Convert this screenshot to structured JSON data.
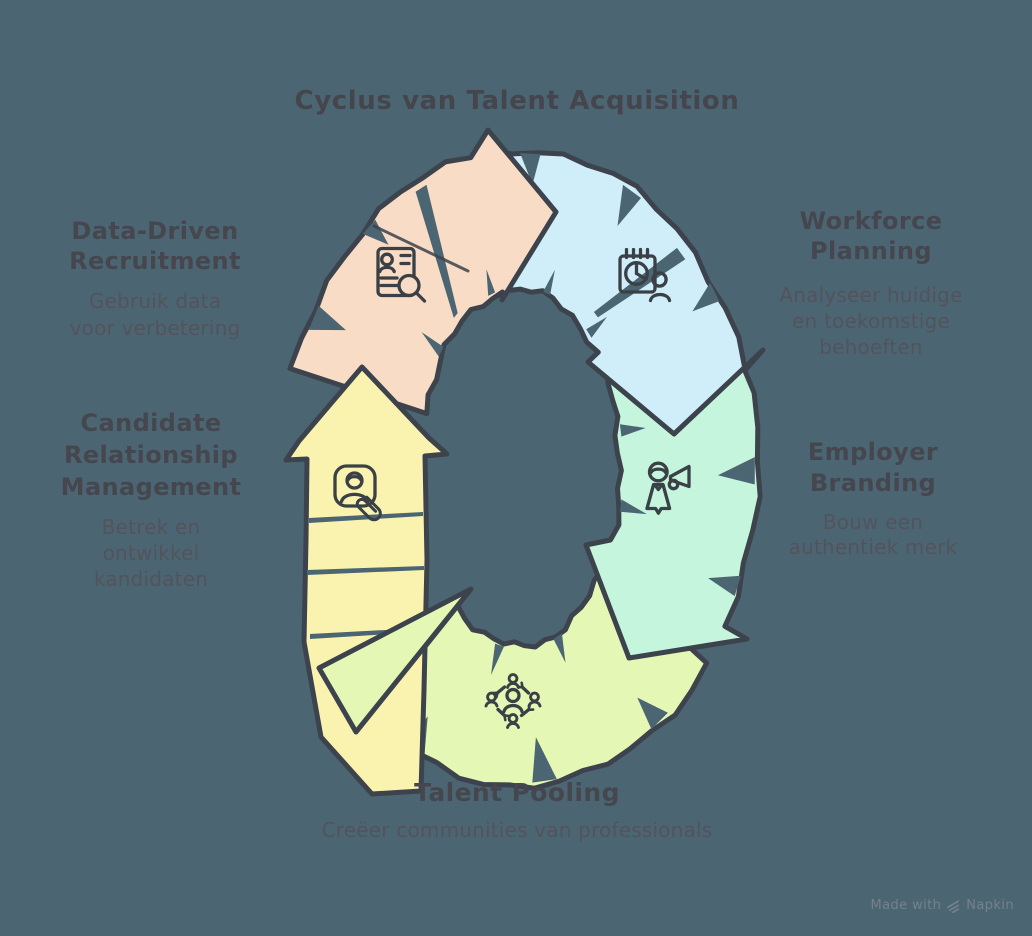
{
  "title": "Cyclus van Talent Acquisition",
  "colors": {
    "background": "#4b6672",
    "outline": "#3d434d",
    "icon_stroke": "#3a4046",
    "title_text": "#45454e",
    "heading_text": "#46464f",
    "desc_text": "#53535c",
    "watermark_text": "#74828c"
  },
  "steps": [
    {
      "id": "data-driven-recruitment",
      "label": "Data-Driven Recruitment",
      "label_lines": [
        "Data-Driven",
        "Recruitment"
      ],
      "desc": "Gebruik data voor verbetering",
      "desc_lines": [
        "Gebruik data",
        "voor verbetering"
      ],
      "color": "#f8dcc5",
      "icon": "resume-search-icon"
    },
    {
      "id": "workforce-planning",
      "label": "Workforce Planning",
      "label_lines": [
        "Workforce",
        "Planning"
      ],
      "desc": "Analyseer huidige en toekomstige behoeften",
      "desc_lines": [
        "Analyseer huidige",
        "en toekomstige",
        "behoeften"
      ],
      "color": "#cfeef9",
      "icon": "calendar-chart-person-icon"
    },
    {
      "id": "employer-branding",
      "label": "Employer Branding",
      "label_lines": [
        "Employer",
        "Branding"
      ],
      "desc": "Bouw een authentiek merk",
      "desc_lines": [
        "Bouw een",
        "authentiek merk"
      ],
      "color": "#c5f5dc",
      "icon": "person-megaphone-icon"
    },
    {
      "id": "talent-pooling",
      "label": "Talent Pooling",
      "label_lines": [
        "Talent Pooling"
      ],
      "desc": "Creëer communities van professionals",
      "desc_lines": [
        "Creëer communities van professionals"
      ],
      "color": "#e4f7b4",
      "icon": "community-icon"
    },
    {
      "id": "candidate-relationship-management",
      "label": "Candidate Relationship Management",
      "label_lines": [
        "Candidate",
        "Relationship",
        "Management"
      ],
      "desc": "Betrek en ontwikkel kandidaten",
      "desc_lines": [
        "Betrek en",
        "ontwikkel",
        "kandidaten"
      ],
      "color": "#faf3af",
      "icon": "contact-card-paperclip-icon"
    }
  ],
  "watermark": {
    "prefix": "Made with",
    "brand": "Napkin"
  }
}
